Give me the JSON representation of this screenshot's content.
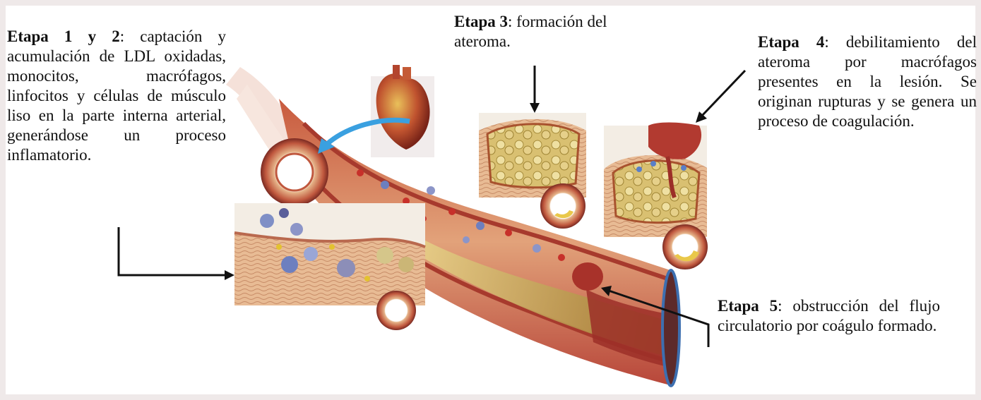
{
  "captions": {
    "stage12": {
      "heading": "Etapa 1 y 2",
      "text": ": captación y acumulación de LDL oxidadas, monocitos, macrófagos, linfocitos y células de músculo liso en la parte interna arterial, generándose un proceso inflamatorio."
    },
    "stage3": {
      "heading": "Etapa 3",
      "text": ": formación del ateroma."
    },
    "stage4": {
      "heading": "Etapa 4",
      "text": ": debilitamiento del ateroma por macrófagos presentes en la lesión. Se originan rupturas y se genera un proceso de coagulación."
    },
    "stage5": {
      "heading": "Etapa 5",
      "text": ": obstrucción del flujo circulatorio por coágulo formado."
    }
  },
  "colors": {
    "vessel_wall": "#d98a5e",
    "plaque": "#c9ab4a",
    "clot": "#a8322a",
    "arrow_blue": "#3aa0e0"
  }
}
